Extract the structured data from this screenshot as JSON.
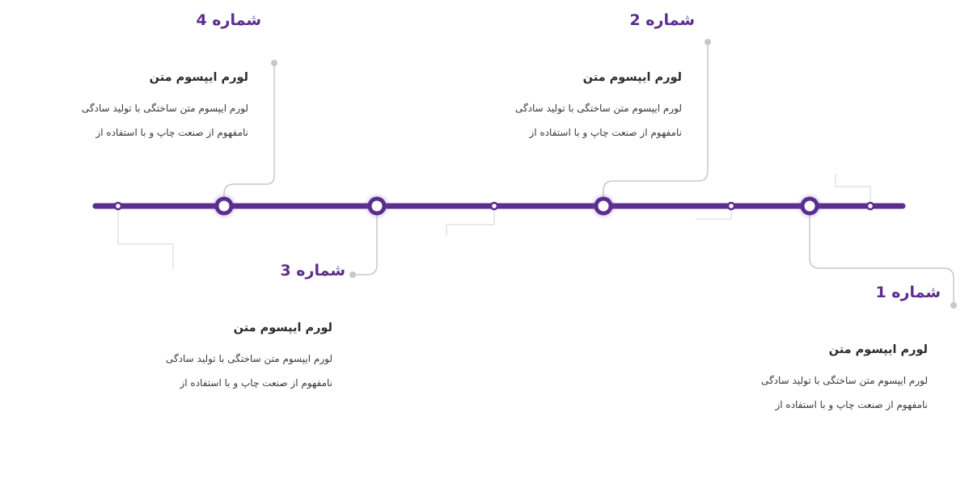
{
  "colors": {
    "accent": "#5b2d8e",
    "connector": "#c8c8c8",
    "heading": "#5b2d8e",
    "text": "#2b2b2b"
  },
  "items": [
    {
      "heading": "شماره 4",
      "title": "لورم ایپسوم متن",
      "line1": "لورم ایپسوم متن ساختگی با تولید سادگی",
      "line2": "نامفهوم از صنعت چاپ  و با استفاده از"
    },
    {
      "heading": "شماره 2",
      "title": "لورم ایپسوم متن",
      "line1": "لورم ایپسوم متن ساختگی با تولید سادگی",
      "line2": "نامفهوم از صنعت چاپ  و با استفاده از"
    },
    {
      "heading": "شماره 3",
      "title": "لورم ایپسوم متن",
      "line1": "لورم ایپسوم متن ساختگی با تولید سادگی",
      "line2": "نامفهوم از صنعت چاپ  و با استفاده از"
    },
    {
      "heading": "شماره 1",
      "title": "لورم ایپسوم متن",
      "line1": "لورم ایپسوم متن ساختگی با تولید سادگی",
      "line2": "نامفهوم از صنعت چاپ  و با استفاده از"
    }
  ]
}
